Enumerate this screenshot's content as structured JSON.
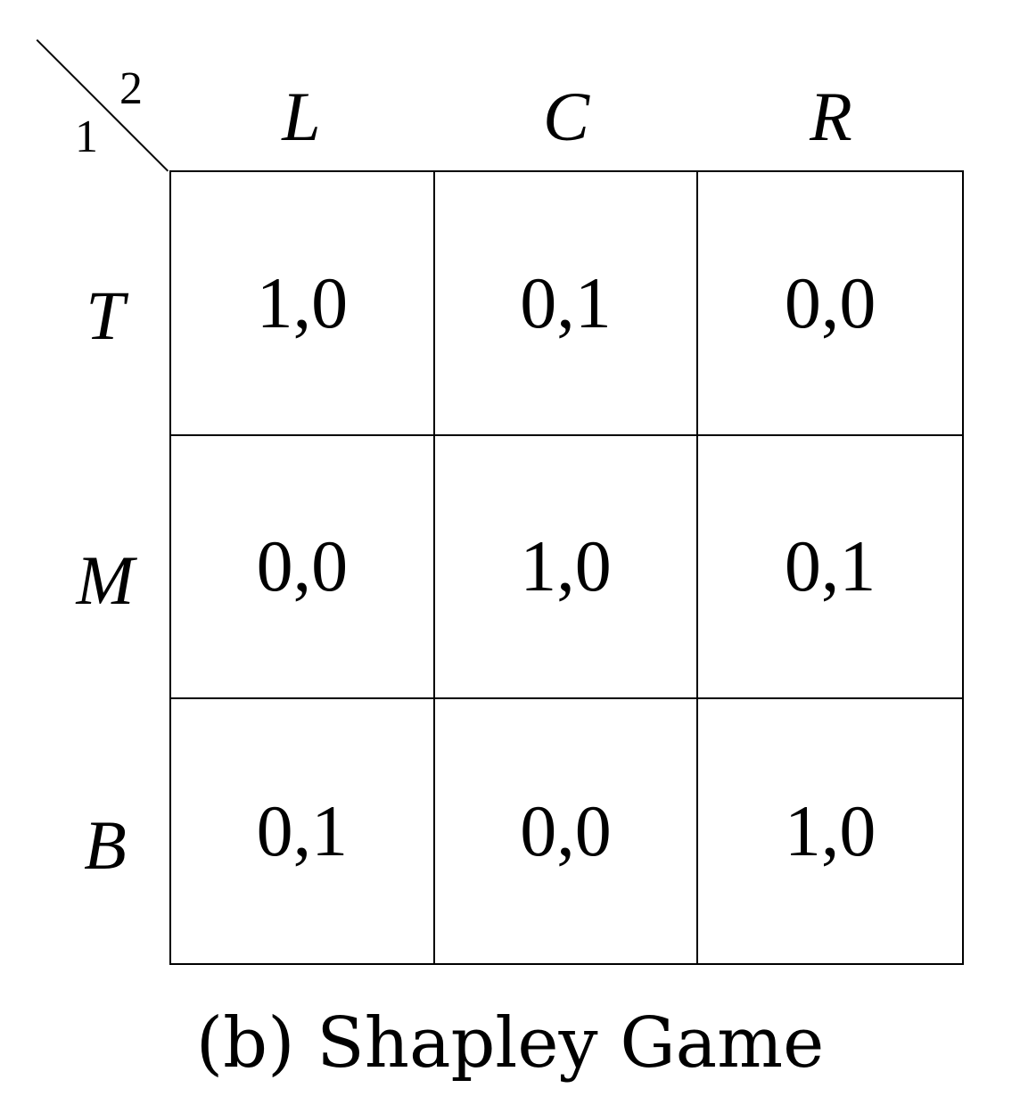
{
  "game": {
    "player_column_label": "2",
    "player_row_label": "1",
    "column_strategies": [
      "L",
      "C",
      "R"
    ],
    "row_strategies": [
      "T",
      "M",
      "B"
    ],
    "payoffs": [
      [
        "1,0",
        "0,1",
        "0,0"
      ],
      [
        "0,0",
        "1,0",
        "0,1"
      ],
      [
        "0,1",
        "0,0",
        "1,0"
      ]
    ]
  },
  "caption": "(b) Shapley Game"
}
